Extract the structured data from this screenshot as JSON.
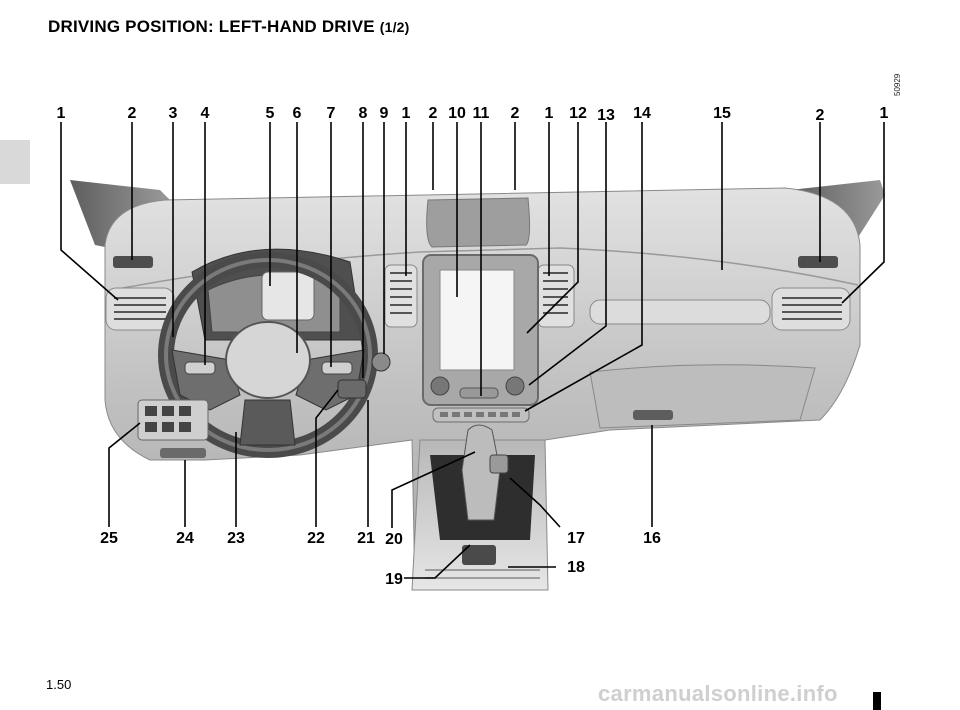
{
  "header": {
    "title": "DRIVING POSITION: LEFT-HAND DRIVE",
    "title_suffix": "(1/2)"
  },
  "figure": {
    "reference": "50929",
    "callouts_top": [
      "1",
      "2",
      "3",
      "4",
      "5",
      "6",
      "7",
      "8",
      "9",
      "1",
      "2",
      "10",
      "11",
      "2",
      "1",
      "12",
      "13",
      "14",
      "15",
      "2",
      "1"
    ],
    "callouts_bottom": [
      "25",
      "24",
      "23",
      "22",
      "21",
      "20",
      "17",
      "16",
      "19",
      "18"
    ]
  },
  "footer": {
    "page_number": "1.50",
    "watermark": "carmanualsonline.info"
  },
  "colors": {
    "dashboard_fill": "#c8c8c8",
    "dashboard_shadow": "#8a8a8a",
    "dark_part": "#5a5a5a",
    "leader_line": "#000000"
  }
}
